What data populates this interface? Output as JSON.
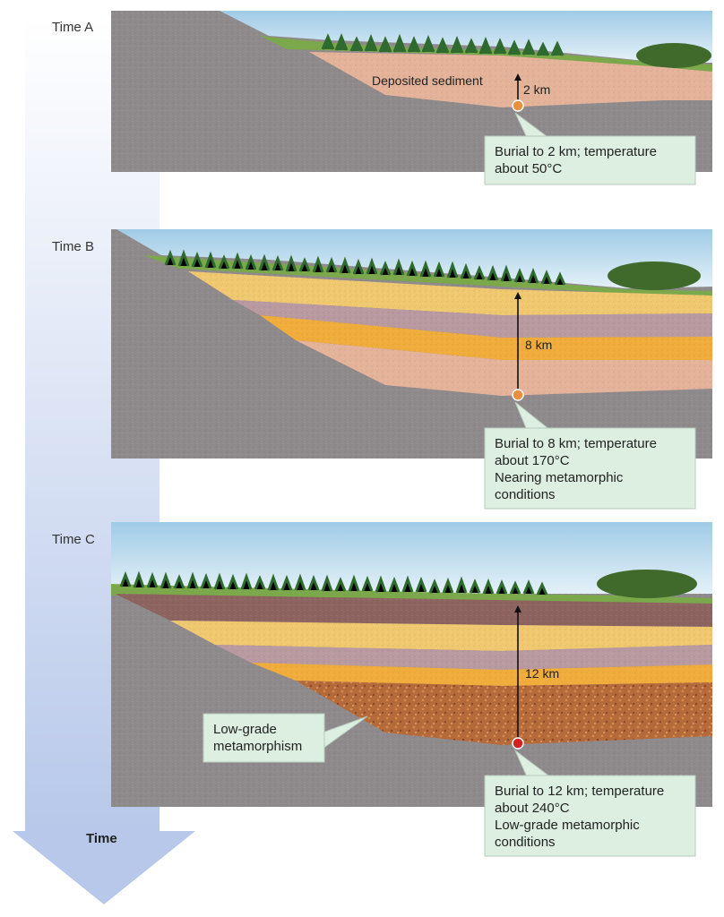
{
  "panels": [
    {
      "label": "Time A",
      "sediment_label": "Deposited sediment",
      "depth_label": "2 km",
      "callout_lines": [
        "Burial to 2 km; temperature",
        "about 50°C"
      ]
    },
    {
      "label": "Time B",
      "depth_label": "8 km",
      "callout_lines": [
        "Burial to 8 km; temperature",
        "about 170°C",
        "Nearing metamorphic",
        "conditions"
      ]
    },
    {
      "label": "Time C",
      "depth_label": "12 km",
      "callout_lines": [
        "Burial to 12 km; temperature",
        "about 240°C",
        "Low-grade metamorphic",
        "conditions"
      ],
      "zone_label_lines": [
        "Low-grade",
        "metamorphism"
      ]
    }
  ],
  "time_axis_label": "Time",
  "colors": {
    "sky": "#bcdcf0",
    "bedrock": "#8f8a8c",
    "sediment_pink": "#e4b39a",
    "sediment_yellow": "#f0c870",
    "sediment_mauve": "#b99aa0",
    "sediment_orange": "#f0ad3c",
    "sediment_dark": "#8e6460",
    "metamorphic": "#b86b3c",
    "callout_fill": "#dcefe0",
    "arrow_fill": "#c8d6ef",
    "marker_orange": "#e89040",
    "marker_red": "#d42020"
  }
}
